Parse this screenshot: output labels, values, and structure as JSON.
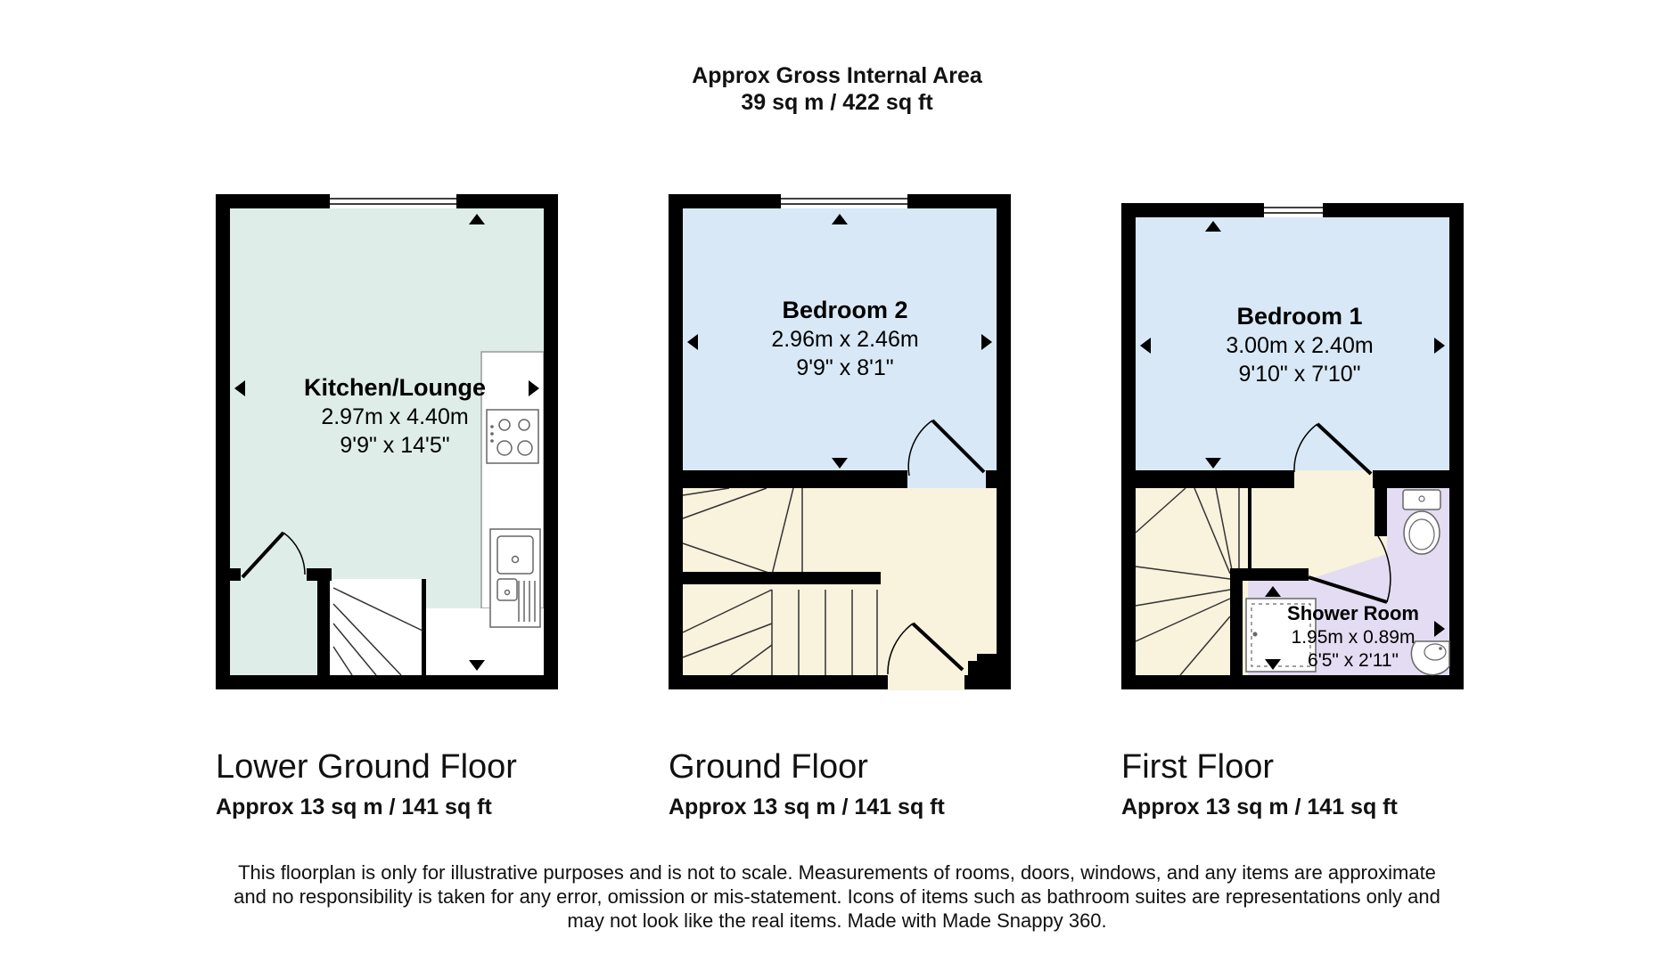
{
  "header": {
    "line1": "Approx Gross Internal Area",
    "line2": "39 sq m / 422 sq ft"
  },
  "colors": {
    "wall": "#000000",
    "kitchen_fill": "#deede8",
    "bedroom_fill": "#d9e8f6",
    "hall_fill": "#f9f2dd",
    "shower_fill": "#e3dcf2"
  },
  "floors": [
    {
      "title": "Lower Ground Floor",
      "area": "Approx 13 sq m / 141 sq ft",
      "rooms": [
        {
          "name": "Kitchen/Lounge",
          "metric": "2.97m x 4.40m",
          "imperial": "9'9\" x 14'5\""
        }
      ]
    },
    {
      "title": "Ground Floor",
      "area": "Approx 13 sq m / 141 sq ft",
      "rooms": [
        {
          "name": "Bedroom 2",
          "metric": "2.96m x 2.46m",
          "imperial": "9'9\" x 8'1\""
        }
      ]
    },
    {
      "title": "First Floor",
      "area": "Approx 13 sq m / 141 sq ft",
      "rooms": [
        {
          "name": "Bedroom 1",
          "metric": "3.00m x 2.40m",
          "imperial": "9'10\" x 7'10\""
        },
        {
          "name": "Shower Room",
          "metric": "1.95m x 0.89m",
          "imperial": "6'5\" x 2'11\""
        }
      ]
    }
  ],
  "disclaimer": {
    "line1": "This floorplan is only for illustrative purposes and is not to scale. Measurements of rooms, doors, windows, and any items are approximate",
    "line2": "and no responsibility is taken for any error, omission or mis-statement. Icons of items such as bathroom suites are representations only and",
    "line3": "may not look like the real items. Made with Made Snappy 360."
  }
}
